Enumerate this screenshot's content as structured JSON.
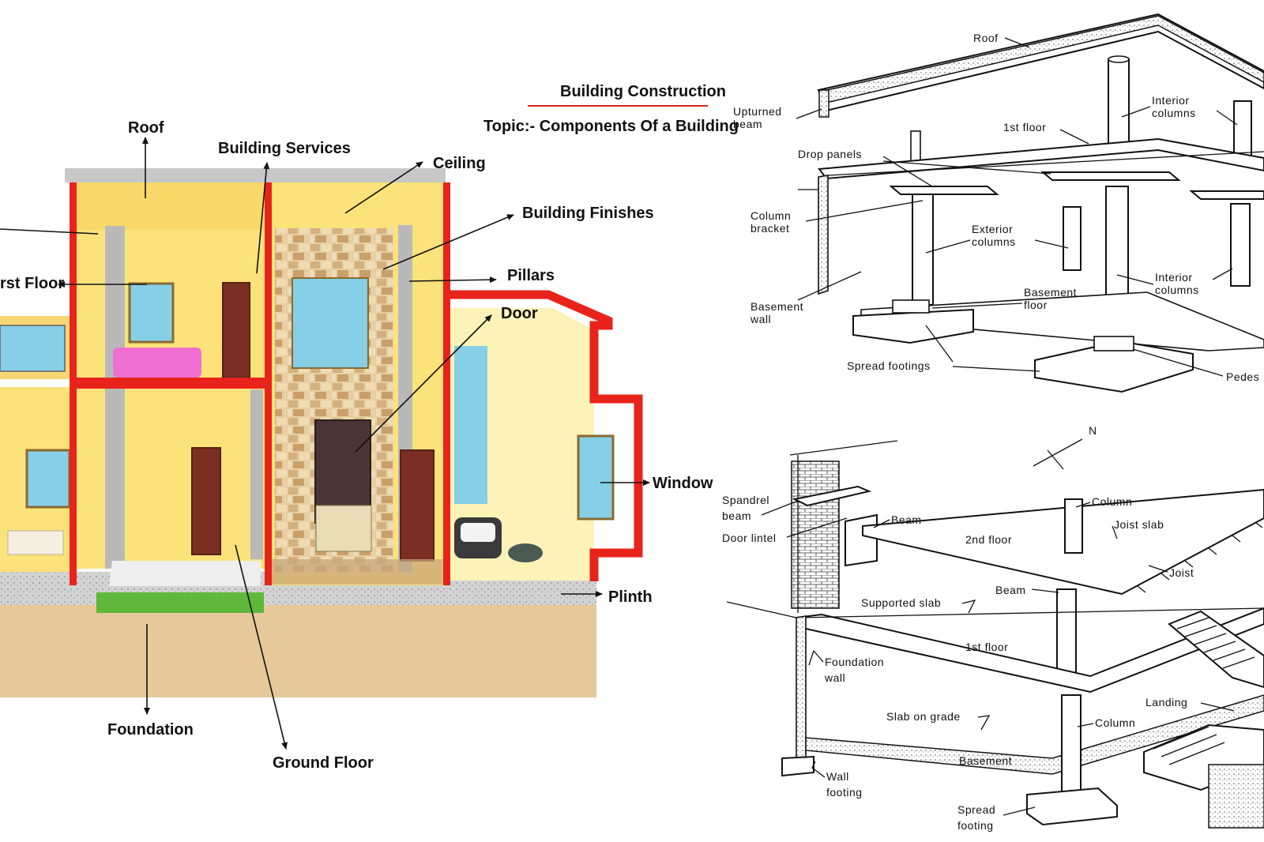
{
  "header": {
    "title": "Building Construction",
    "topic": "Topic:-  Components Of a Building"
  },
  "left_diagram": {
    "labels": {
      "roof": "Roof",
      "building_services": "Building Services",
      "ceiling": "Ceiling",
      "building_finishes": "Building Finishes",
      "pillars": "Pillars",
      "door": "Door",
      "window": "Window",
      "plinth": "Plinth",
      "first_floor": "rst Floor",
      "foundation": "Foundation",
      "ground_floor": "Ground Floor"
    }
  },
  "top_right_diagram": {
    "labels": {
      "roof": "Roof",
      "upturned_beam": [
        "Upturned",
        "beam"
      ],
      "first_floor": "1st floor",
      "interior_columns_top": [
        "Interior",
        "columns"
      ],
      "drop_panels": "Drop panels",
      "column_bracket": [
        "Column",
        "bracket"
      ],
      "exterior_columns": [
        "Exterior",
        "columns"
      ],
      "interior_columns_mid": [
        "Interior",
        "columns"
      ],
      "basement_wall": [
        "Basement",
        "wall"
      ],
      "basement_floor": [
        "Basement",
        "floor"
      ],
      "spread_footings": "Spread footings",
      "pedestal": "Pedes"
    }
  },
  "bottom_right_diagram": {
    "north_marker": "N",
    "labels": {
      "spandrel_beam": [
        "Spandrel",
        "beam"
      ],
      "door_lintel": "Door lintel",
      "beam_top": "Beam",
      "column_top": "Column",
      "second_floor": "2nd floor",
      "joist_slab": "Joist slab",
      "joist": "Joist",
      "beam_mid": "Beam",
      "supported_slab": "Supported slab",
      "first_floor": "1st floor",
      "foundation_wall": [
        "Foundation",
        "wall"
      ],
      "landing": "Landing",
      "slab_on_grade": "Slab on grade",
      "column_bottom": "Column",
      "basement": "Basement",
      "wall_footing": [
        "Wall",
        "footing"
      ],
      "spread_footing": [
        "Spread",
        "footing"
      ]
    }
  },
  "colors": {
    "wall_red": "#e8231b",
    "wall_yellow": "#fbe27a",
    "ground_beige": "#e7c89a",
    "gravel": "#cfcfcf",
    "glass": "#86cfe6",
    "grass": "#5fb83a",
    "furniture_pink": "#ee6fd0",
    "door_brown": "#7a2f22",
    "roof_gray": "#c7c7c7"
  }
}
